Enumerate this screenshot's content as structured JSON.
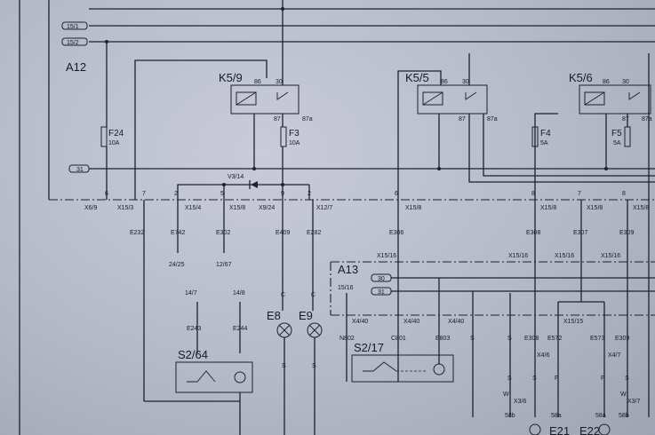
{
  "bus": {
    "b1": "15/1",
    "b2": "15/2",
    "b3": "31"
  },
  "modules": {
    "a12": "A12",
    "a13": "A13",
    "a13_b1": "15/16",
    "a13_b2": "30",
    "a13_b3": "31"
  },
  "relays": {
    "k1": {
      "name": "K5/9",
      "p86": "86",
      "p30": "30",
      "p87": "87",
      "p87a": "87a"
    },
    "k2": {
      "name": "K5/5",
      "p86": "86",
      "p30": "30",
      "p87": "87",
      "p87a": "87a"
    },
    "k3": {
      "name": "K5/6",
      "p86": "86",
      "p30": "30",
      "p87": "87",
      "p87a": "87a"
    }
  },
  "fuses": {
    "f24": {
      "name": "F24",
      "rating": "10A"
    },
    "f3": {
      "name": "F3",
      "rating": "10A"
    },
    "f4": {
      "name": "F4",
      "rating": "5A"
    },
    "f5": {
      "name": "F5",
      "rating": "5A"
    }
  },
  "diode": "V3/14",
  "connectors": {
    "c1": "X6/9",
    "c2": "X15/3",
    "c3": "X15/4",
    "c4": "X15/8",
    "c5": "X9/24",
    "c6": "X12/7",
    "c7": "X15/8",
    "c8": "X15/8",
    "c9": "X15/8",
    "c10": "X15/8",
    "c11": "X15/16",
    "c12": "X15/16",
    "c13": "X15/16",
    "c14": "X15/16",
    "c15": "X4/40",
    "c16": "X4/40",
    "c17": "X4/40",
    "c18": "X15/15",
    "c19": "X4/6",
    "c20": "X4/7",
    "c21": "X3/6",
    "c22": "X3/7"
  },
  "pins": {
    "p1": "6",
    "p2": "7",
    "p3": "2",
    "p4": "5",
    "p5": "9",
    "p6": "2",
    "p7": "6",
    "p8": "8",
    "p9": "7",
    "p10": "8"
  },
  "wires": {
    "w1": "E232",
    "w2": "E742",
    "w3": "E302",
    "w4": "E409",
    "w5": "E282",
    "w6": "E306",
    "w7": "E308",
    "w8": "E307",
    "w9": "E309",
    "w10": "E243",
    "w11": "E244",
    "w12": "N802",
    "w13": "C801",
    "w14": "E803",
    "w15": "E308",
    "w16": "E572",
    "w17": "E573",
    "w18": "E309"
  },
  "refs": {
    "r1": "24/25",
    "r2": "12/67",
    "r3": "14/7",
    "r4": "14/8"
  },
  "lamps": {
    "e8": "E8",
    "e9": "E9",
    "e21": "E21",
    "e22": "E22"
  },
  "switches": {
    "s1": "S2/64",
    "s2": "S2/17"
  },
  "letters": {
    "c": "C",
    "s": "S",
    "f": "F",
    "w": "W"
  },
  "terminals": {
    "t58b": "58b",
    "t58a": "58a"
  }
}
